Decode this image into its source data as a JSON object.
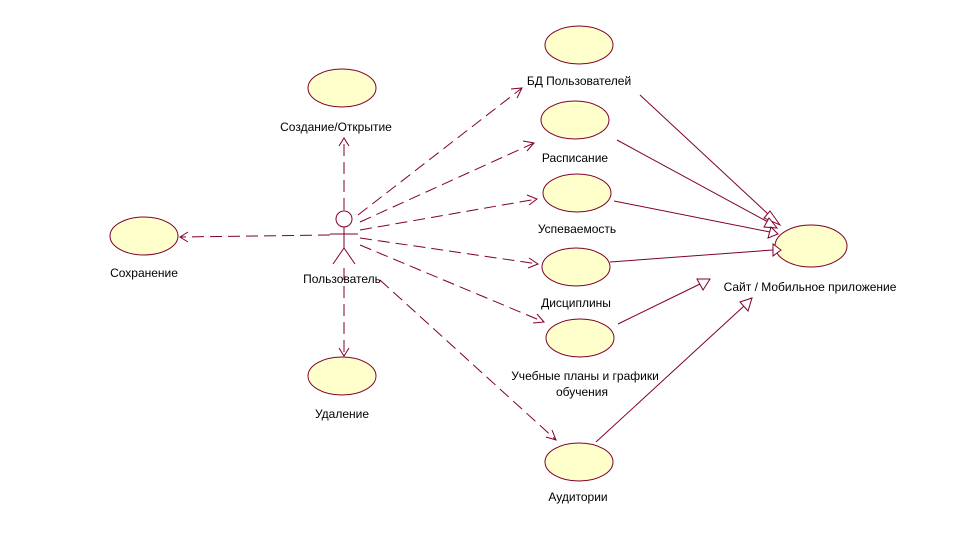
{
  "diagram": {
    "actor": {
      "label": "Пользователь"
    },
    "usecases": {
      "create_open": "Создание/Открытие",
      "save": "Сохранение",
      "delete": "Удаление",
      "db_users": "БД Пользователей",
      "schedule": "Расписание",
      "performance": "Успеваемость",
      "disciplines": "Дисциплины",
      "plans_line1": "Учебные планы и графики",
      "plans_line2": "обучения",
      "classrooms": "Аудитории",
      "site_app": "Сайт / Мобильное приложение"
    },
    "colors": {
      "usecase_fill": "#ffffcc",
      "stroke": "#80002a"
    }
  }
}
